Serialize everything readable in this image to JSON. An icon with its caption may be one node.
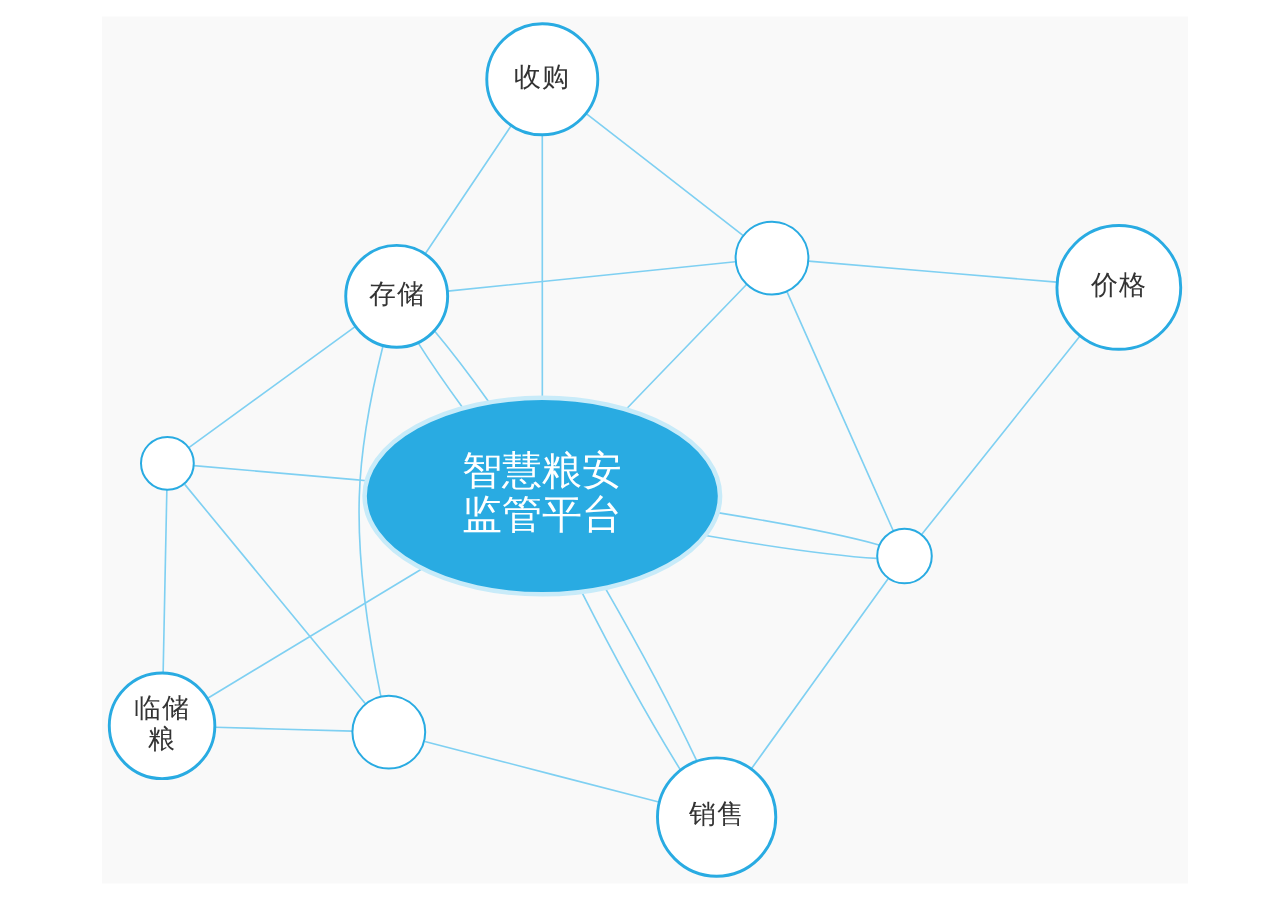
{
  "diagram": {
    "nodes": [
      {
        "text": [
          "收购"
        ]
      },
      {
        "text": [
          "存储"
        ]
      },
      {
        "text": [],
        "shape": "circle"
      },
      {
        "text": [
          "智慧粮安监管平台"
        ]
      },
      {
        "text": [],
        "shape": "circle"
      },
      {
        "text": [
          "价格"
        ]
      },
      {
        "text": [
          "临储粮"
        ]
      },
      {
        "text": [],
        "shape": "circle"
      },
      {
        "text": [],
        "shape": "circle"
      },
      {
        "text": [
          "销售"
        ]
      }
    ],
    "edges": [
      {
        "from": 2,
        "to": 0,
        "arrow": "none"
      },
      {
        "from": 0,
        "to": 1,
        "arrow": "none"
      },
      {
        "from": 2,
        "to": 1,
        "arrow": "none"
      },
      {
        "from": 0,
        "to": 3,
        "arrow": "none"
      },
      {
        "from": 2,
        "to": 3,
        "arrow": "none"
      },
      {
        "from": 1,
        "to": 3,
        "arrow": "none"
      },
      {
        "from": 1,
        "to": 3,
        "arrow": "none"
      },
      {
        "from": 2,
        "to": 5,
        "arrow": "none"
      },
      {
        "from": 2,
        "to": 7,
        "arrow": "none"
      },
      {
        "from": 5,
        "to": 7,
        "arrow": "none"
      },
      {
        "from": 7,
        "to": 3,
        "arrow": "none"
      },
      {
        "from": 7,
        "to": 3,
        "arrow": "none"
      },
      {
        "from": 7,
        "to": 9,
        "arrow": "none"
      },
      {
        "from": 3,
        "to": 9,
        "arrow": "none"
      },
      {
        "from": 3,
        "to": 9,
        "arrow": "none"
      },
      {
        "from": 1,
        "to": 4,
        "arrow": "none"
      },
      {
        "from": 1,
        "to": 8,
        "arrow": "none"
      },
      {
        "from": 4,
        "to": 3,
        "arrow": "none"
      },
      {
        "from": 3,
        "to": 6,
        "arrow": "none"
      },
      {
        "from": 4,
        "to": 6,
        "arrow": "none"
      },
      {
        "from": 4,
        "to": 8,
        "arrow": "none"
      },
      {
        "from": 8,
        "to": 6,
        "arrow": "none"
      },
      {
        "from": 9,
        "to": 8,
        "arrow": "none"
      }
    ]
  }
}
